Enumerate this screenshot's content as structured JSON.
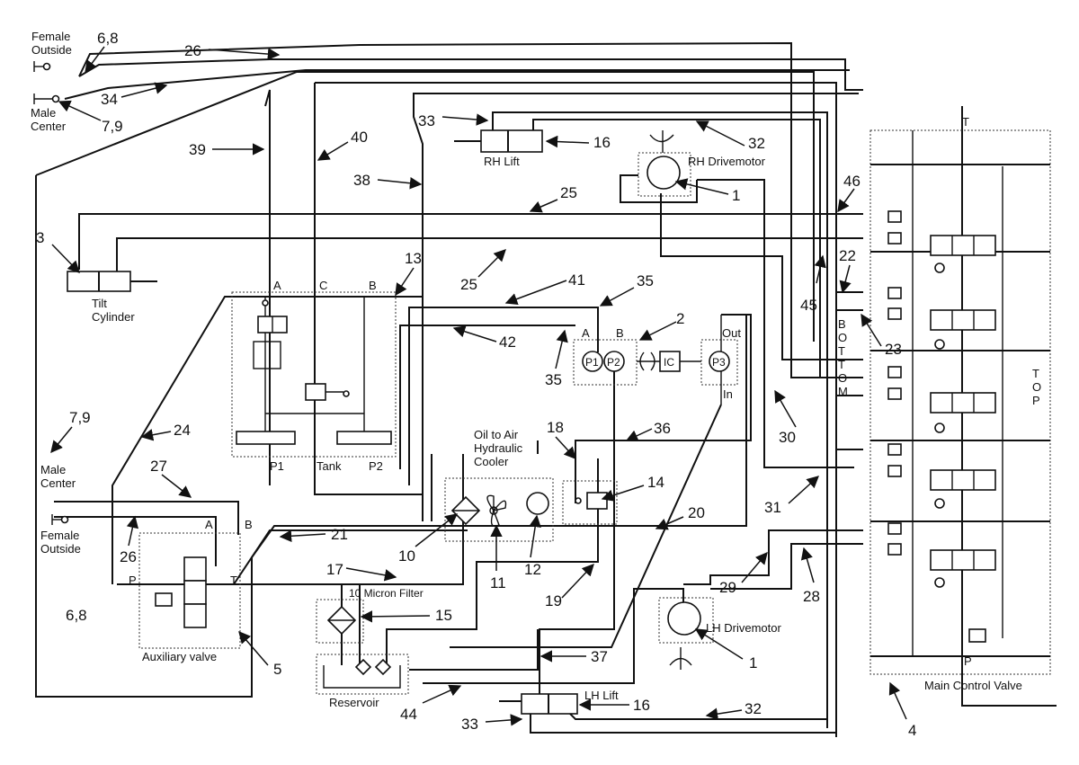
{
  "labels": {
    "female_outside_top": "Female\nOutside",
    "male_center_top": "Male\nCenter",
    "male_center_left": "Male\nCenter",
    "female_outside_left": "Female\nOutside",
    "tilt_cylinder": "Tilt\nCylinder",
    "rh_lift": "RH Lift",
    "rh_drivemotor": "RH Drivemotor",
    "lh_drivemotor": "LH Drivemotor",
    "lh_lift": "LH Lift",
    "oil_cooler": "Oil to Air\nHydraulic\nCooler",
    "micron_filter": "10 Micron Filter",
    "reservoir": "Reservoir",
    "auxiliary_valve": "Auxiliary valve",
    "main_control_valve": "Main Control Valve",
    "bottom": "B\nO\nT\nT\nO\nM",
    "top": "T\nO\nP",
    "port_a": "A",
    "port_b": "B",
    "port_c": "C",
    "port_p1": "P1",
    "port_p2": "P2",
    "port_tank": "Tank",
    "pump_p1": "P1",
    "pump_p2": "P2",
    "pump_ic": "IC",
    "pump_p3": "P3",
    "pump_out": "Out",
    "pump_in": "In",
    "pump_a": "A",
    "pump_b": "B",
    "aux_a": "A",
    "aux_b": "B",
    "aux_p": "P",
    "aux_t": "T",
    "mcv_t": "T",
    "mcv_p": "P"
  },
  "callouts": {
    "n_68_top": "6,8",
    "n_26_top": "26",
    "n_34": "34",
    "n_79_top": "7,9",
    "n_39": "39",
    "n_40": "40",
    "n_38": "38",
    "n_33_top": "33",
    "n_16_top": "16",
    "n_32_top": "32",
    "n_1_top": "1",
    "n_25_a": "25",
    "n_25_b": "25",
    "n_46": "46",
    "n_3": "3",
    "n_13": "13",
    "n_22": "22",
    "n_45": "45",
    "n_41": "41",
    "n_35_a": "35",
    "n_23": "23",
    "n_2": "2",
    "n_42": "42",
    "n_35_b": "35",
    "n_30": "30",
    "n_79_left": "7,9",
    "n_24": "24",
    "n_36": "36",
    "n_18": "18",
    "n_27": "27",
    "n_14": "14",
    "n_31": "31",
    "n_20": "20",
    "n_26_left": "26",
    "n_21": "21",
    "n_10": "10",
    "n_11": "11",
    "n_12": "12",
    "n_17": "17",
    "n_29": "29",
    "n_28": "28",
    "n_19": "19",
    "n_15": "15",
    "n_68_left": "6,8",
    "n_5": "5",
    "n_37": "37",
    "n_1_bottom": "1",
    "n_44": "44",
    "n_16_bottom": "16",
    "n_32_bottom": "32",
    "n_33_bottom": "33",
    "n_4": "4"
  }
}
